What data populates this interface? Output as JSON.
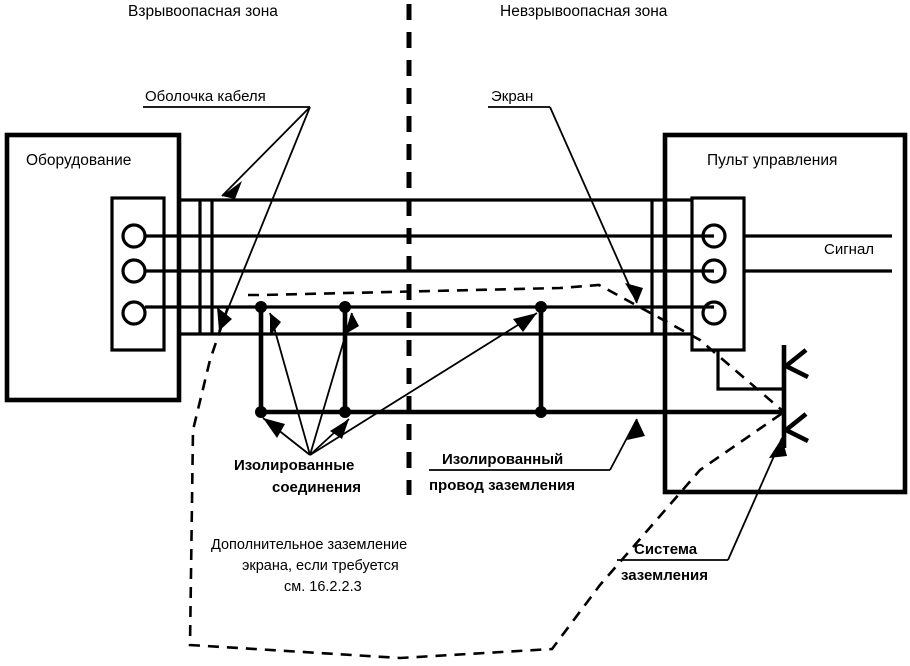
{
  "diagram": {
    "title_left_zone": "Взрывоопасная зона",
    "title_right_zone": "Невзрывоопасная зона",
    "equipment_box_label": "Оборудование",
    "control_panel_label": "Пульт управления",
    "signal_label": "Сигнал",
    "cable_sheath_label": "Оболочка кабеля",
    "screen_label": "Экран",
    "isolated_connections_line1": "Изолированные",
    "isolated_connections_line2": "соединения",
    "isolated_ground_wire_line1": "Изолированный",
    "isolated_ground_wire_line2": "провод заземления",
    "grounding_system_line1": "Система",
    "grounding_system_line2": "заземления",
    "note_line1": "Дополнительное заземление",
    "note_line2": "экрана, если требуется",
    "note_line3": "см. 16.2.2.3",
    "colors": {
      "line": "#000000",
      "background": "#ffffff"
    }
  }
}
